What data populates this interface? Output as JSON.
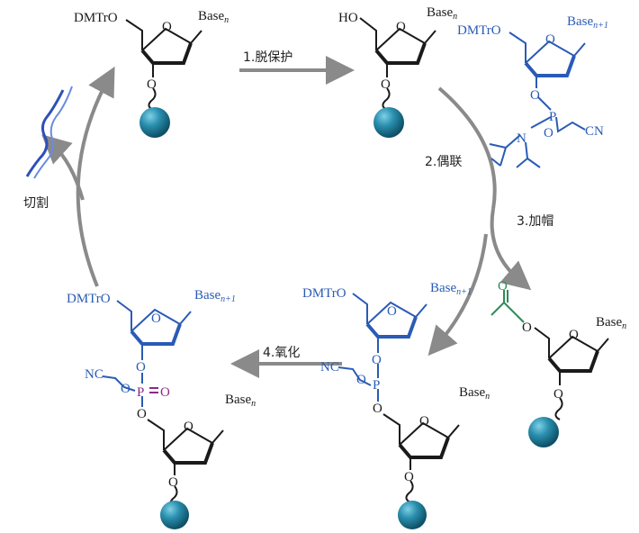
{
  "colors": {
    "black": "#1a1a1a",
    "blue": "#2a5bb5",
    "bead": "#1f7a94",
    "arrow": "#8a8a8a",
    "phosphorus": "#8a2a8a",
    "carbonyl": "#2e8b57",
    "strand": "#2d50b8"
  },
  "steps": {
    "deprotect": "1.脱保护",
    "couple": "2.偶联",
    "cap": "3.加帽",
    "oxidize": "4.氧化",
    "cleave": "切割"
  },
  "labels": {
    "dmtro": "DMTrO",
    "ho": "HO",
    "base": "Base",
    "sub_n": "n",
    "sub_n1": "n+1",
    "ring_o": "O",
    "link_o": "O",
    "p": "P",
    "n_atom": "N",
    "cn": "CN",
    "nc": "NC",
    "oxo": "O"
  },
  "icons": {
    "resin": "solid-support-bead-icon",
    "strand": "oligonucleotide-strand-icon"
  }
}
